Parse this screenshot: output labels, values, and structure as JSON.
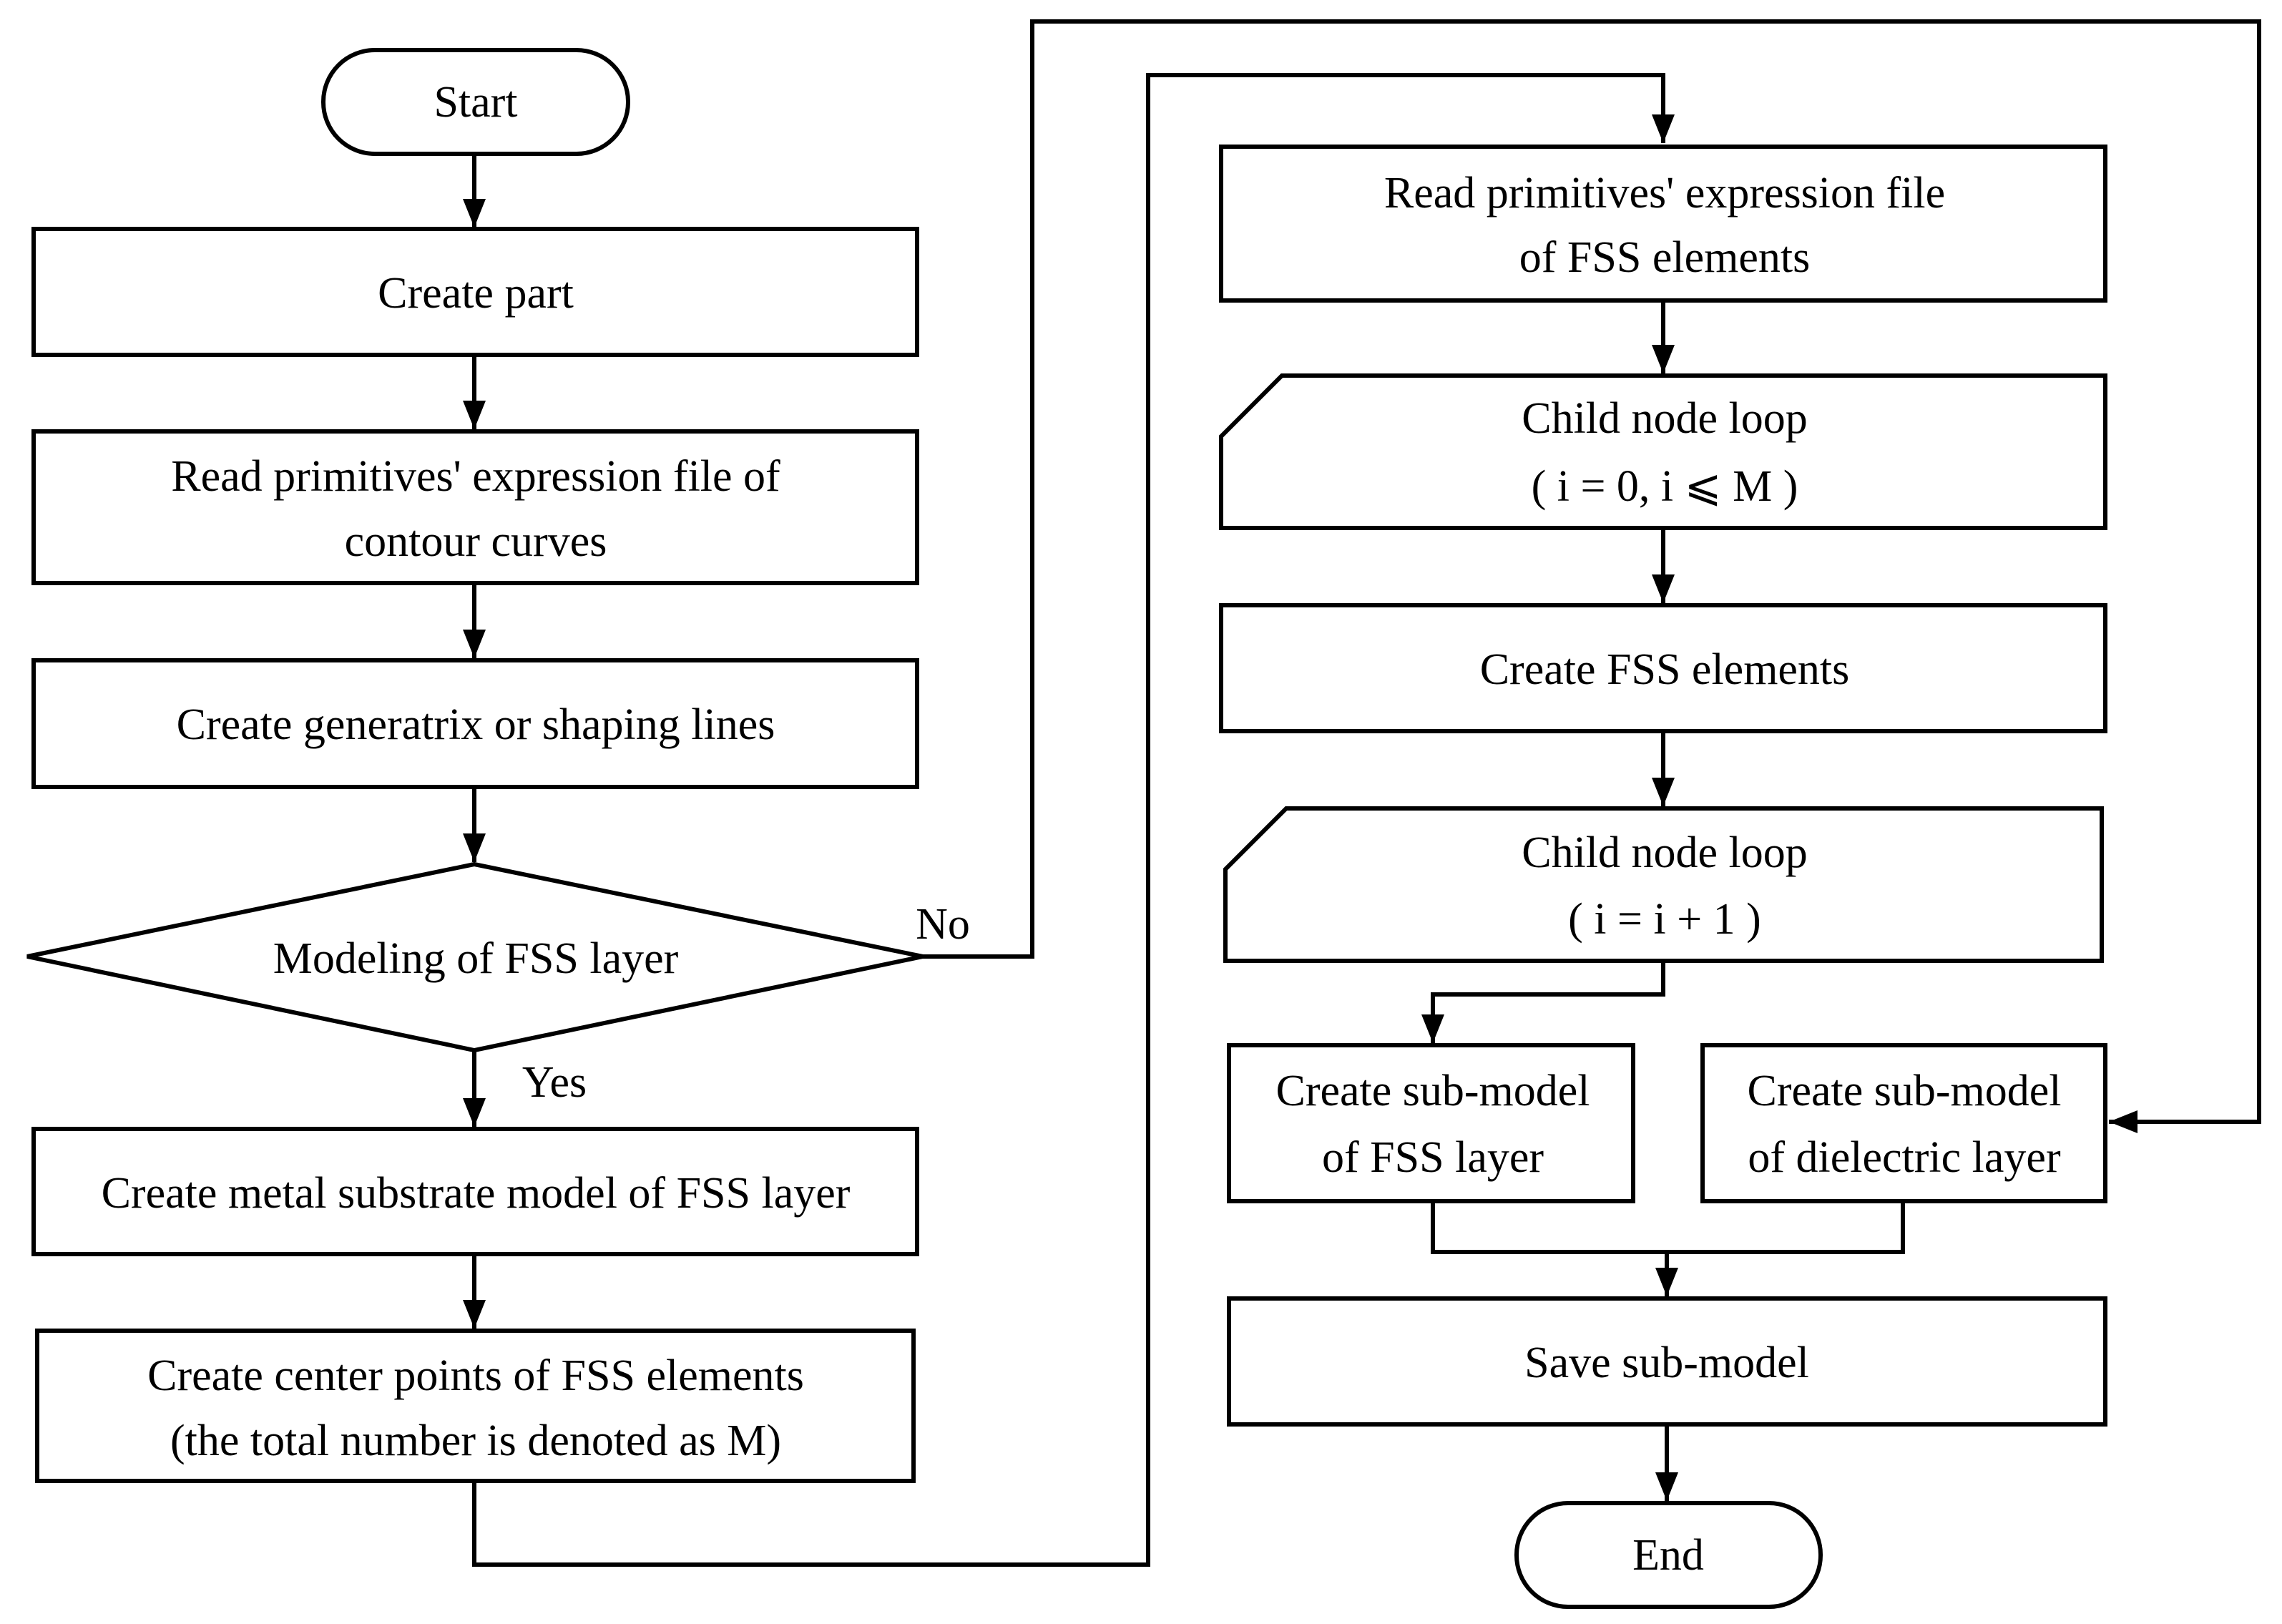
{
  "nodes": {
    "start": {
      "label": "Start"
    },
    "create_part": {
      "label": "Create part"
    },
    "read_contour": {
      "line1": "Read primitives'  expression file of",
      "line2": "contour curves"
    },
    "create_generatrix": {
      "label": "Create generatrix or shaping lines"
    },
    "decision": {
      "label": "Modeling of FSS layer"
    },
    "create_metal_substrate": {
      "label": "Create metal substrate model of FSS layer"
    },
    "create_center_points": {
      "line1": "Create center points of FSS elements",
      "line2": "(the total number is denoted as M)"
    },
    "read_fss": {
      "line1": "Read primitives'  expression file",
      "line2": "of FSS elements"
    },
    "loop_start": {
      "line1": "Child node loop",
      "line2": "( i = 0, i ⩽ M )"
    },
    "create_fss_elements": {
      "label": "Create FSS elements"
    },
    "loop_end": {
      "line1": "Child node loop",
      "line2": "( i = i + 1 )"
    },
    "submodel_fss": {
      "line1": "Create sub-model",
      "line2": "of FSS layer"
    },
    "submodel_dielectric": {
      "line1": "Create sub-model",
      "line2": "of dielectric layer"
    },
    "save_submodel": {
      "label": "Save sub-model"
    },
    "end": {
      "label": "End"
    }
  },
  "edge_labels": {
    "no": "No",
    "yes": "Yes"
  },
  "colors": {
    "stroke": "#000000",
    "fill": "#ffffff"
  }
}
